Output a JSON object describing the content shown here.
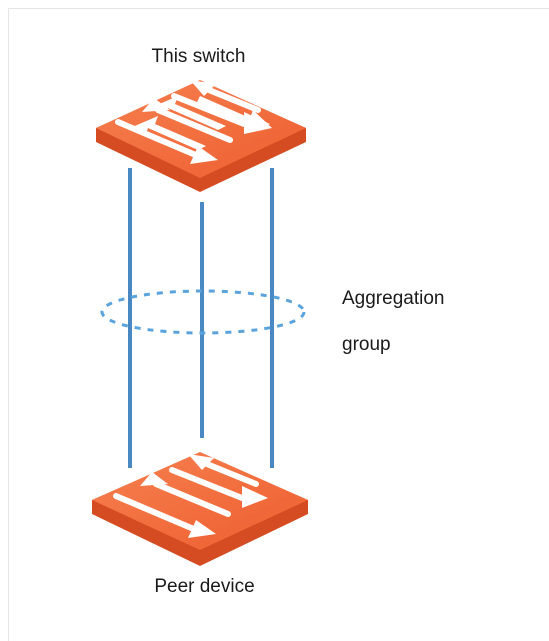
{
  "labels": {
    "this_switch": "This switch",
    "peer_device": "Peer device",
    "aggregation_line1": "Aggregation",
    "aggregation_line2": "group"
  },
  "colors": {
    "switch_top": "#f26a3d",
    "switch_side": "#d64c22",
    "link": "#4a88c4",
    "group_ring": "#5aa3dc"
  },
  "icons": {
    "top_device": "switch-icon",
    "bottom_device": "switch-icon"
  }
}
